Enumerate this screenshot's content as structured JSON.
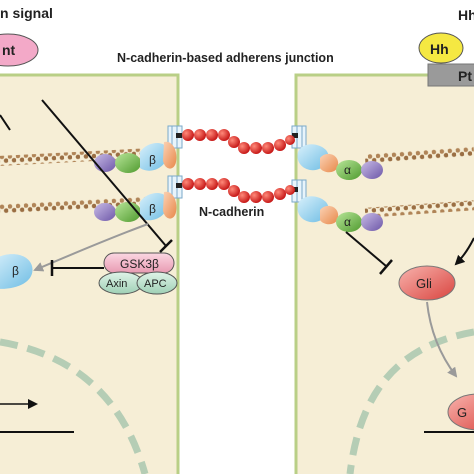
{
  "left_header": "n signal",
  "right_header": "Hh",
  "title": "N-cadherin-based adherens junction",
  "labels": {
    "wnt": "nt",
    "hh": "Hh",
    "ptc": "Pt",
    "beta_top": "β",
    "beta_bottom": "β",
    "beta_free": "β",
    "alpha_top": "α",
    "alpha_bottom": "α",
    "n_cadherin": "N-cadherin",
    "gsk3b": "GSK3β",
    "axin": "Axin",
    "apc": "APC",
    "gli": "Gli",
    "target_gene": "G"
  },
  "colors": {
    "cell_fill": "#f6eed6",
    "cell_border": "#b9cf86",
    "cadherin_bead": "#dc1e1e",
    "actin": "#a67c52",
    "beta_catenin": "#9fd3ee",
    "alpha_catenin": "#7fbf5a",
    "p120": "#9b86c8",
    "gsk3b": "#f3b6c8",
    "axin_apc": "#bfe3d0",
    "gli": "#e8605c",
    "hh": "#f5e842",
    "wnt": "#f3a9c8",
    "ptc": "#9a9a9a",
    "nucleus_dash": "#b5cdb5"
  }
}
